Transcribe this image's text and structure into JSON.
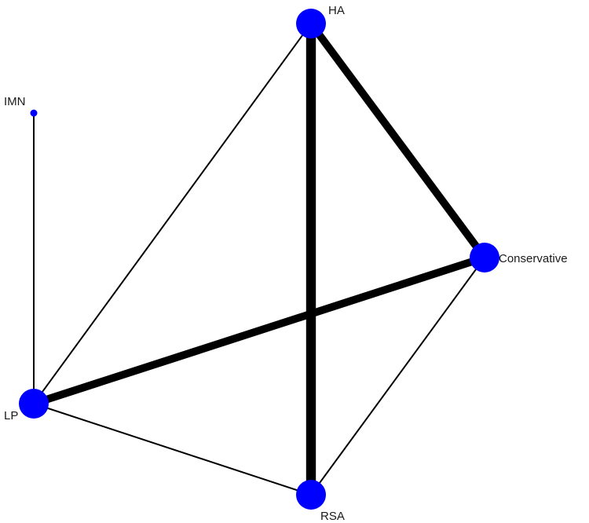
{
  "diagram": {
    "type": "network-graph",
    "colors": {
      "node": "#0000ff",
      "edge": "#000000",
      "label": "#1a1a1a",
      "background": "#ffffff"
    },
    "nodes": [
      {
        "id": "HA",
        "label": "HA",
        "size": "large"
      },
      {
        "id": "IMN",
        "label": "IMN",
        "size": "small"
      },
      {
        "id": "Conservative",
        "label": "Conservative",
        "size": "large"
      },
      {
        "id": "LP",
        "label": "LP",
        "size": "large"
      },
      {
        "id": "RSA",
        "label": "RSA",
        "size": "large"
      }
    ],
    "edges": [
      {
        "source": "HA",
        "target": "RSA",
        "weight": 5
      },
      {
        "source": "HA",
        "target": "Conservative",
        "weight": 4
      },
      {
        "source": "LP",
        "target": "Conservative",
        "weight": 4
      },
      {
        "source": "HA",
        "target": "LP",
        "weight": 1
      },
      {
        "source": "IMN",
        "target": "LP",
        "weight": 1
      },
      {
        "source": "LP",
        "target": "RSA",
        "weight": 1
      },
      {
        "source": "RSA",
        "target": "Conservative",
        "weight": 1
      }
    ]
  }
}
